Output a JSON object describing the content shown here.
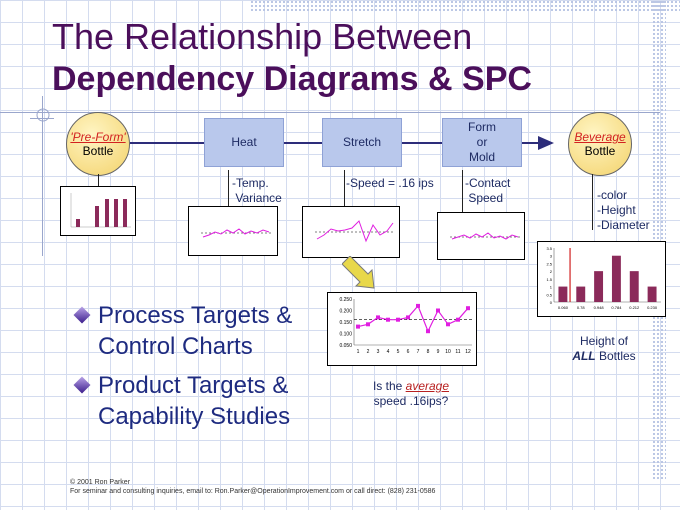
{
  "title": {
    "line1": "The Relationship Between",
    "line2": "Dependency Diagrams & SPC"
  },
  "flow": {
    "start": {
      "label": "'Pre-Form'",
      "sub": "Bottle"
    },
    "steps": [
      {
        "label": "Heat"
      },
      {
        "label": "Stretch"
      },
      {
        "label": "Form\nor\nMold"
      }
    ],
    "end": {
      "label": "Beverage",
      "sub": "Bottle"
    }
  },
  "notes": {
    "heat": "-Temp.\n Variance",
    "stretch": "-Speed = .16 ips",
    "form": "-Contact\n Speed",
    "bottle": "-color\n-Height\n-Diameter"
  },
  "bullets": [
    {
      "text": "Process Targets &\nControl Charts"
    },
    {
      "text": "Product Targets &\nCapability Studies"
    }
  ],
  "captions": {
    "question_pre": "Is the ",
    "question_em": "average",
    "question_post": "speed .16ips?",
    "height_line1": "Height of",
    "height_all": "ALL",
    "height_rest": " Bottles"
  },
  "footer": {
    "line1": "© 2001 Ron Parker",
    "line2": "For seminar and consulting inquiries, email to: Ron.Parker@OperationImprovement.com or call direct: (828) 231-0586"
  },
  "chart_data": [
    {
      "type": "line",
      "x": [
        1,
        2,
        3,
        4,
        5,
        6,
        7,
        8,
        9,
        10,
        11,
        12
      ],
      "values": [
        0.13,
        0.14,
        0.17,
        0.16,
        0.16,
        0.17,
        0.22,
        0.11,
        0.2,
        0.14,
        0.16,
        0.21
      ],
      "yticks": [
        "0.250",
        "0.200",
        "0.150",
        "0.100",
        "0.050"
      ],
      "xticks": [
        "1",
        "2",
        "3",
        "4",
        "5",
        "6",
        "7",
        "8",
        "9",
        "10",
        "11",
        "12"
      ],
      "ylim": [
        0.05,
        0.25
      ],
      "centerline": 0.16,
      "color": "#e01ee0"
    },
    {
      "type": "bar",
      "categories": [
        "0.060",
        "0.78",
        "0.948",
        "0.784",
        "0.212",
        "0.230"
      ],
      "values": [
        1,
        1,
        2,
        3,
        2,
        1
      ],
      "yticks": [
        "3.5",
        "3",
        "2.5",
        "2",
        "1.5",
        "1",
        "0.5",
        "0"
      ],
      "ylim": [
        0,
        3.5
      ],
      "color": "#8b2a5a",
      "spec_color": "#d02020"
    }
  ]
}
